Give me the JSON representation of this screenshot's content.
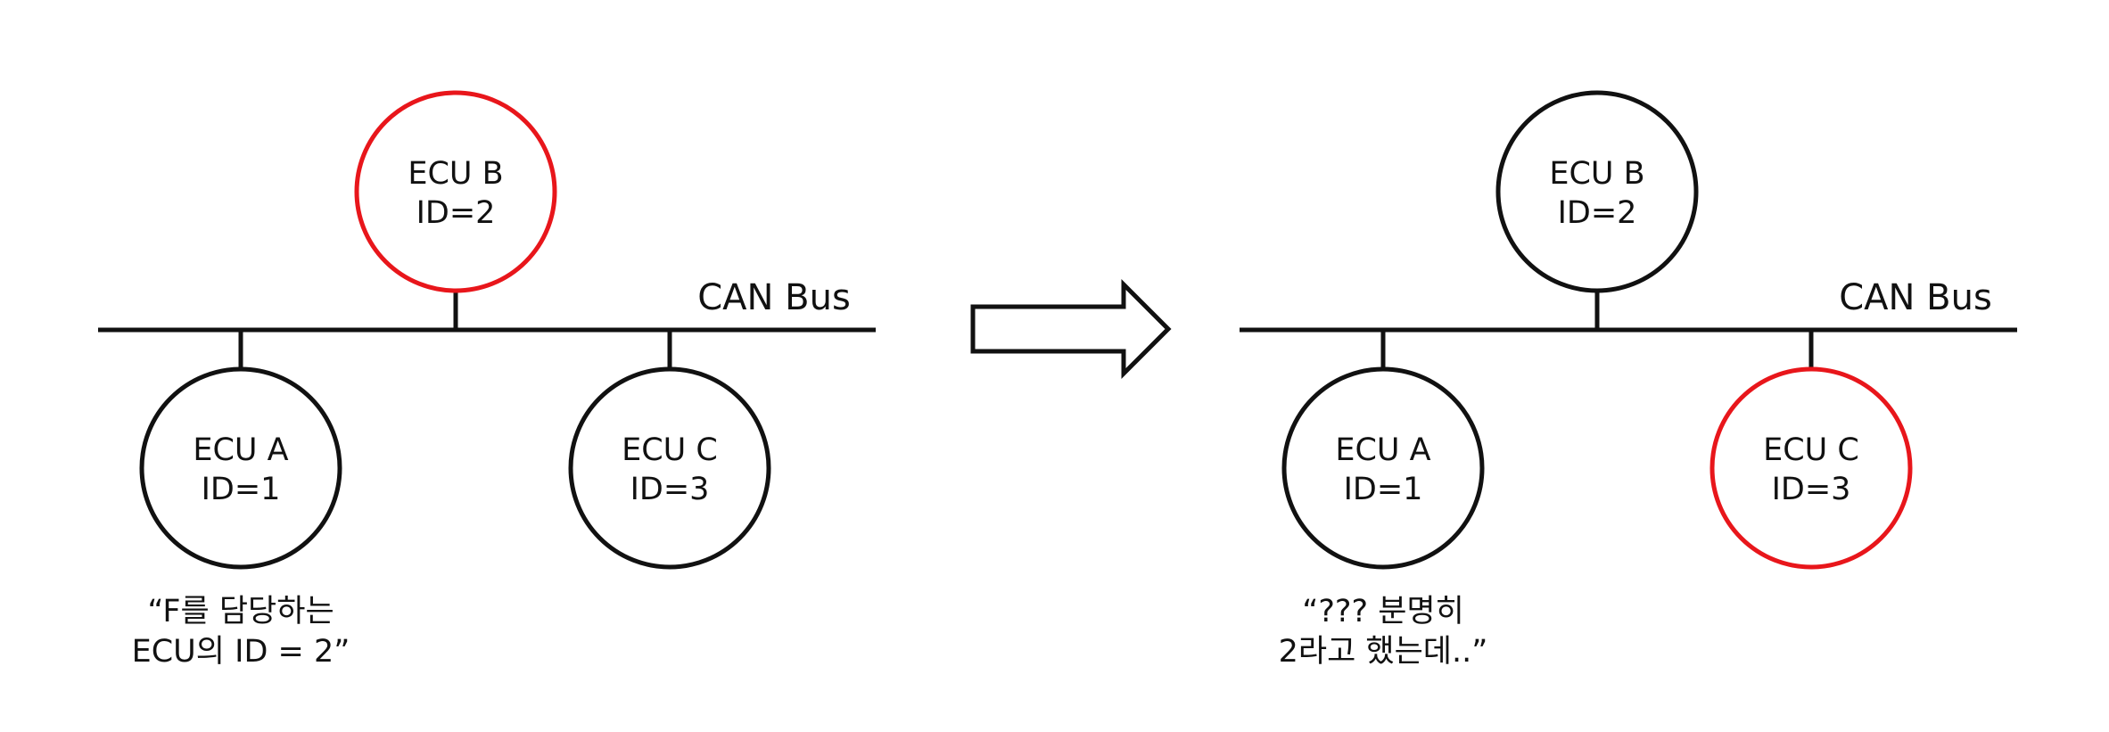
{
  "colors": {
    "stroke": "#111111",
    "highlight": "#e8161b"
  },
  "left": {
    "bus_label": "CAN Bus",
    "ecu_a": {
      "name": "ECU A",
      "id": "ID=1",
      "highlighted": false
    },
    "ecu_b": {
      "name": "ECU B",
      "id": "ID=2",
      "highlighted": true
    },
    "ecu_c": {
      "name": "ECU C",
      "id": "ID=3",
      "highlighted": false
    },
    "quote_line1": "“F를 담당하는",
    "quote_line2": "ECU의 ID = 2”"
  },
  "arrow": {
    "icon": "right-arrow-icon"
  },
  "right": {
    "bus_label": "CAN Bus",
    "ecu_a": {
      "name": "ECU A",
      "id": "ID=1",
      "highlighted": false
    },
    "ecu_b": {
      "name": "ECU B",
      "id": "ID=2",
      "highlighted": false
    },
    "ecu_c": {
      "name": "ECU C",
      "id": "ID=3",
      "highlighted": true
    },
    "quote_line1": "“??? 분명히",
    "quote_line2": "2라고 했는데..”"
  }
}
